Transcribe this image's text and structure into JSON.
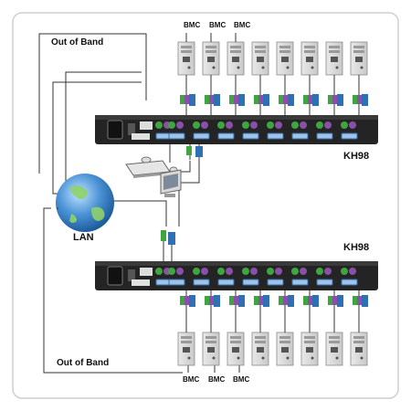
{
  "labels": {
    "out_of_band_top": "Out of Band",
    "out_of_band_bottom": "Out of Band",
    "bmc_top": [
      "BMC",
      "BMC",
      "BMC"
    ],
    "bmc_bottom": [
      "BMC",
      "BMC",
      "BMC"
    ],
    "switch_top": "KH98",
    "switch_bottom": "KH98",
    "lan": "LAN"
  },
  "counts": {
    "servers_per_switch": 8,
    "ports_per_switch": 8
  },
  "colors": {
    "switch_body": "#222222",
    "ps2_green": "#3fa63f",
    "ps2_purple": "#8a4fa8",
    "vga_blue": "#2f6fb3",
    "globe": "#3d86c9",
    "frame": "#cfcfcf"
  }
}
